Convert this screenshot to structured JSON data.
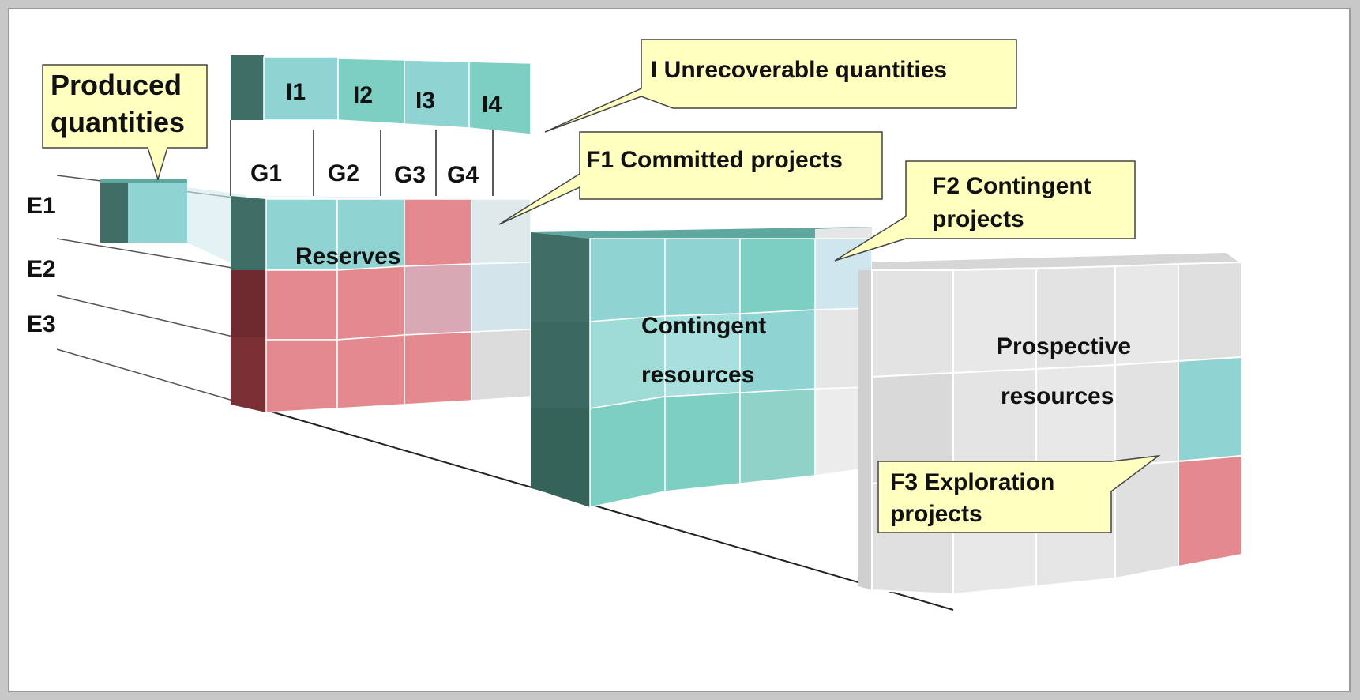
{
  "labels": {
    "produced": [
      "Produced",
      "quantities"
    ],
    "unrecoverable": "I  Unrecoverable  quantities",
    "committed": "F1 Committed projects",
    "contingent_projects": [
      "F2 Contingent",
      "projects"
    ],
    "exploration": [
      "F3 Exploration",
      "projects"
    ],
    "reserves": "Reserves",
    "contingent_resources": [
      "Contingent",
      "resources"
    ],
    "prospective_resources": [
      "Prospective",
      "resources"
    ]
  },
  "axis_e": [
    "E1",
    "E2",
    "E3"
  ],
  "axis_g": [
    "G1",
    "G2",
    "G3",
    "G4"
  ],
  "axis_i": [
    "I1",
    "I2",
    "I3",
    "I4"
  ],
  "colors": {
    "teal_light": "#8fd3d3",
    "teal_mid": "#7ccfc1",
    "teal_dark": "#3f6e66",
    "red_light": "#e48a8f",
    "red_dark": "#6e2a2e",
    "grey_light": "#e6e6e6",
    "callout_fill": "#ffffc0",
    "callout_stroke": "#444444"
  }
}
